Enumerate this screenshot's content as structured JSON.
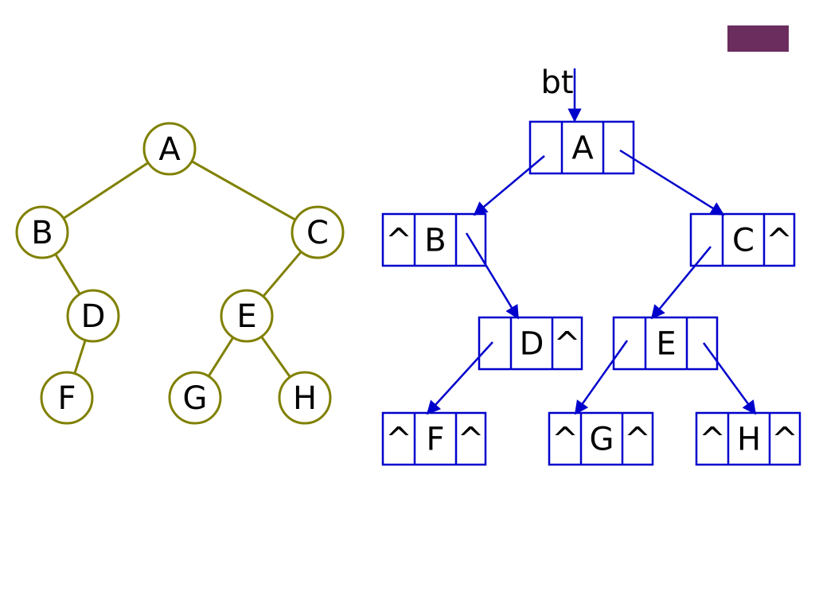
{
  "slide": {
    "accent_color": "#6b2d5e"
  },
  "tree": {
    "edge_color": "#808000",
    "node_border_color": "#808000",
    "nodes": [
      {
        "id": "A",
        "label": "A"
      },
      {
        "id": "B",
        "label": "B"
      },
      {
        "id": "C",
        "label": "C"
      },
      {
        "id": "D",
        "label": "D"
      },
      {
        "id": "E",
        "label": "E"
      },
      {
        "id": "F",
        "label": "F"
      },
      {
        "id": "G",
        "label": "G"
      },
      {
        "id": "H",
        "label": "H"
      }
    ],
    "edges": [
      [
        "A",
        "B"
      ],
      [
        "A",
        "C"
      ],
      [
        "B",
        "D"
      ],
      [
        "C",
        "E"
      ],
      [
        "D",
        "F"
      ],
      [
        "E",
        "G"
      ],
      [
        "E",
        "H"
      ]
    ]
  },
  "linked": {
    "color": "#0000cc",
    "pointer_label": "bt",
    "nodes": [
      {
        "id": "A",
        "left": "",
        "data": "A",
        "right": ""
      },
      {
        "id": "B",
        "left": "^",
        "data": "B",
        "right": ""
      },
      {
        "id": "C",
        "left": "",
        "data": "C",
        "right": "^"
      },
      {
        "id": "D",
        "left": "",
        "data": "D",
        "right": "^"
      },
      {
        "id": "E",
        "left": "",
        "data": "E",
        "right": ""
      },
      {
        "id": "F",
        "left": "^",
        "data": "F",
        "right": "^"
      },
      {
        "id": "G",
        "left": "^",
        "data": "G",
        "right": "^"
      },
      {
        "id": "H",
        "left": "^",
        "data": "H",
        "right": "^"
      }
    ],
    "links": [
      [
        "A",
        "left",
        "B"
      ],
      [
        "A",
        "right",
        "C"
      ],
      [
        "B",
        "right",
        "D"
      ],
      [
        "C",
        "left",
        "E"
      ],
      [
        "D",
        "left",
        "F"
      ],
      [
        "E",
        "left",
        "G"
      ],
      [
        "E",
        "right",
        "H"
      ]
    ]
  }
}
